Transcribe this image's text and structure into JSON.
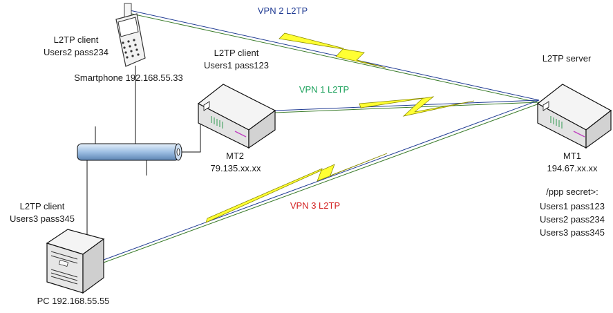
{
  "smartphone": {
    "client_label": "L2TP client",
    "credentials": "Users2 pass234",
    "name": "Smartphone 192.168.55.33"
  },
  "mt2": {
    "client_label": "L2TP client",
    "credentials": "Users1 pass123",
    "name": "MT2",
    "ip": "79.135.xx.xx"
  },
  "pc": {
    "client_label": "L2TP client",
    "credentials": "Users3 pass345",
    "name": "PC 192.168.55.55"
  },
  "mt1": {
    "server_label": "L2TP server",
    "name": "MT1",
    "ip": "194.67.xx.xx",
    "secrets_title": "/ppp secret>:",
    "secrets": [
      "Users1 pass123",
      "Users2 pass234",
      "Users3 pass345"
    ]
  },
  "tunnels": [
    {
      "label": "VPN 2 L2TP",
      "color": "#1f3a93"
    },
    {
      "label": "VPN 1 L2TP",
      "color": "#1aa05a"
    },
    {
      "label": "VPN 3 L2TP",
      "color": "#d32020"
    }
  ],
  "colors": {
    "lightning": "#ffff33",
    "lightning_edge": "#c8c800",
    "pipe": "#a9c6e6",
    "device_body": "#f4f4f4"
  }
}
